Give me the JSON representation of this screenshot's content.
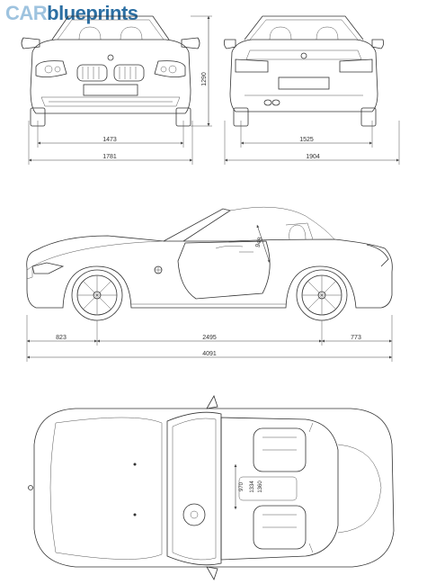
{
  "logo": {
    "part1": "CAR",
    "part2": "blueprints"
  },
  "dimensions": {
    "height": "1290",
    "front_track": "1473",
    "front_width": "1781",
    "rear_track": "1525",
    "rear_width": "1904",
    "seat_height": "948",
    "front_overhang": "823",
    "wheelbase": "2495",
    "rear_overhang": "773",
    "overall_length": "4091",
    "cabin_1": "970",
    "cabin_2": "1334",
    "cabin_3": "1360"
  }
}
